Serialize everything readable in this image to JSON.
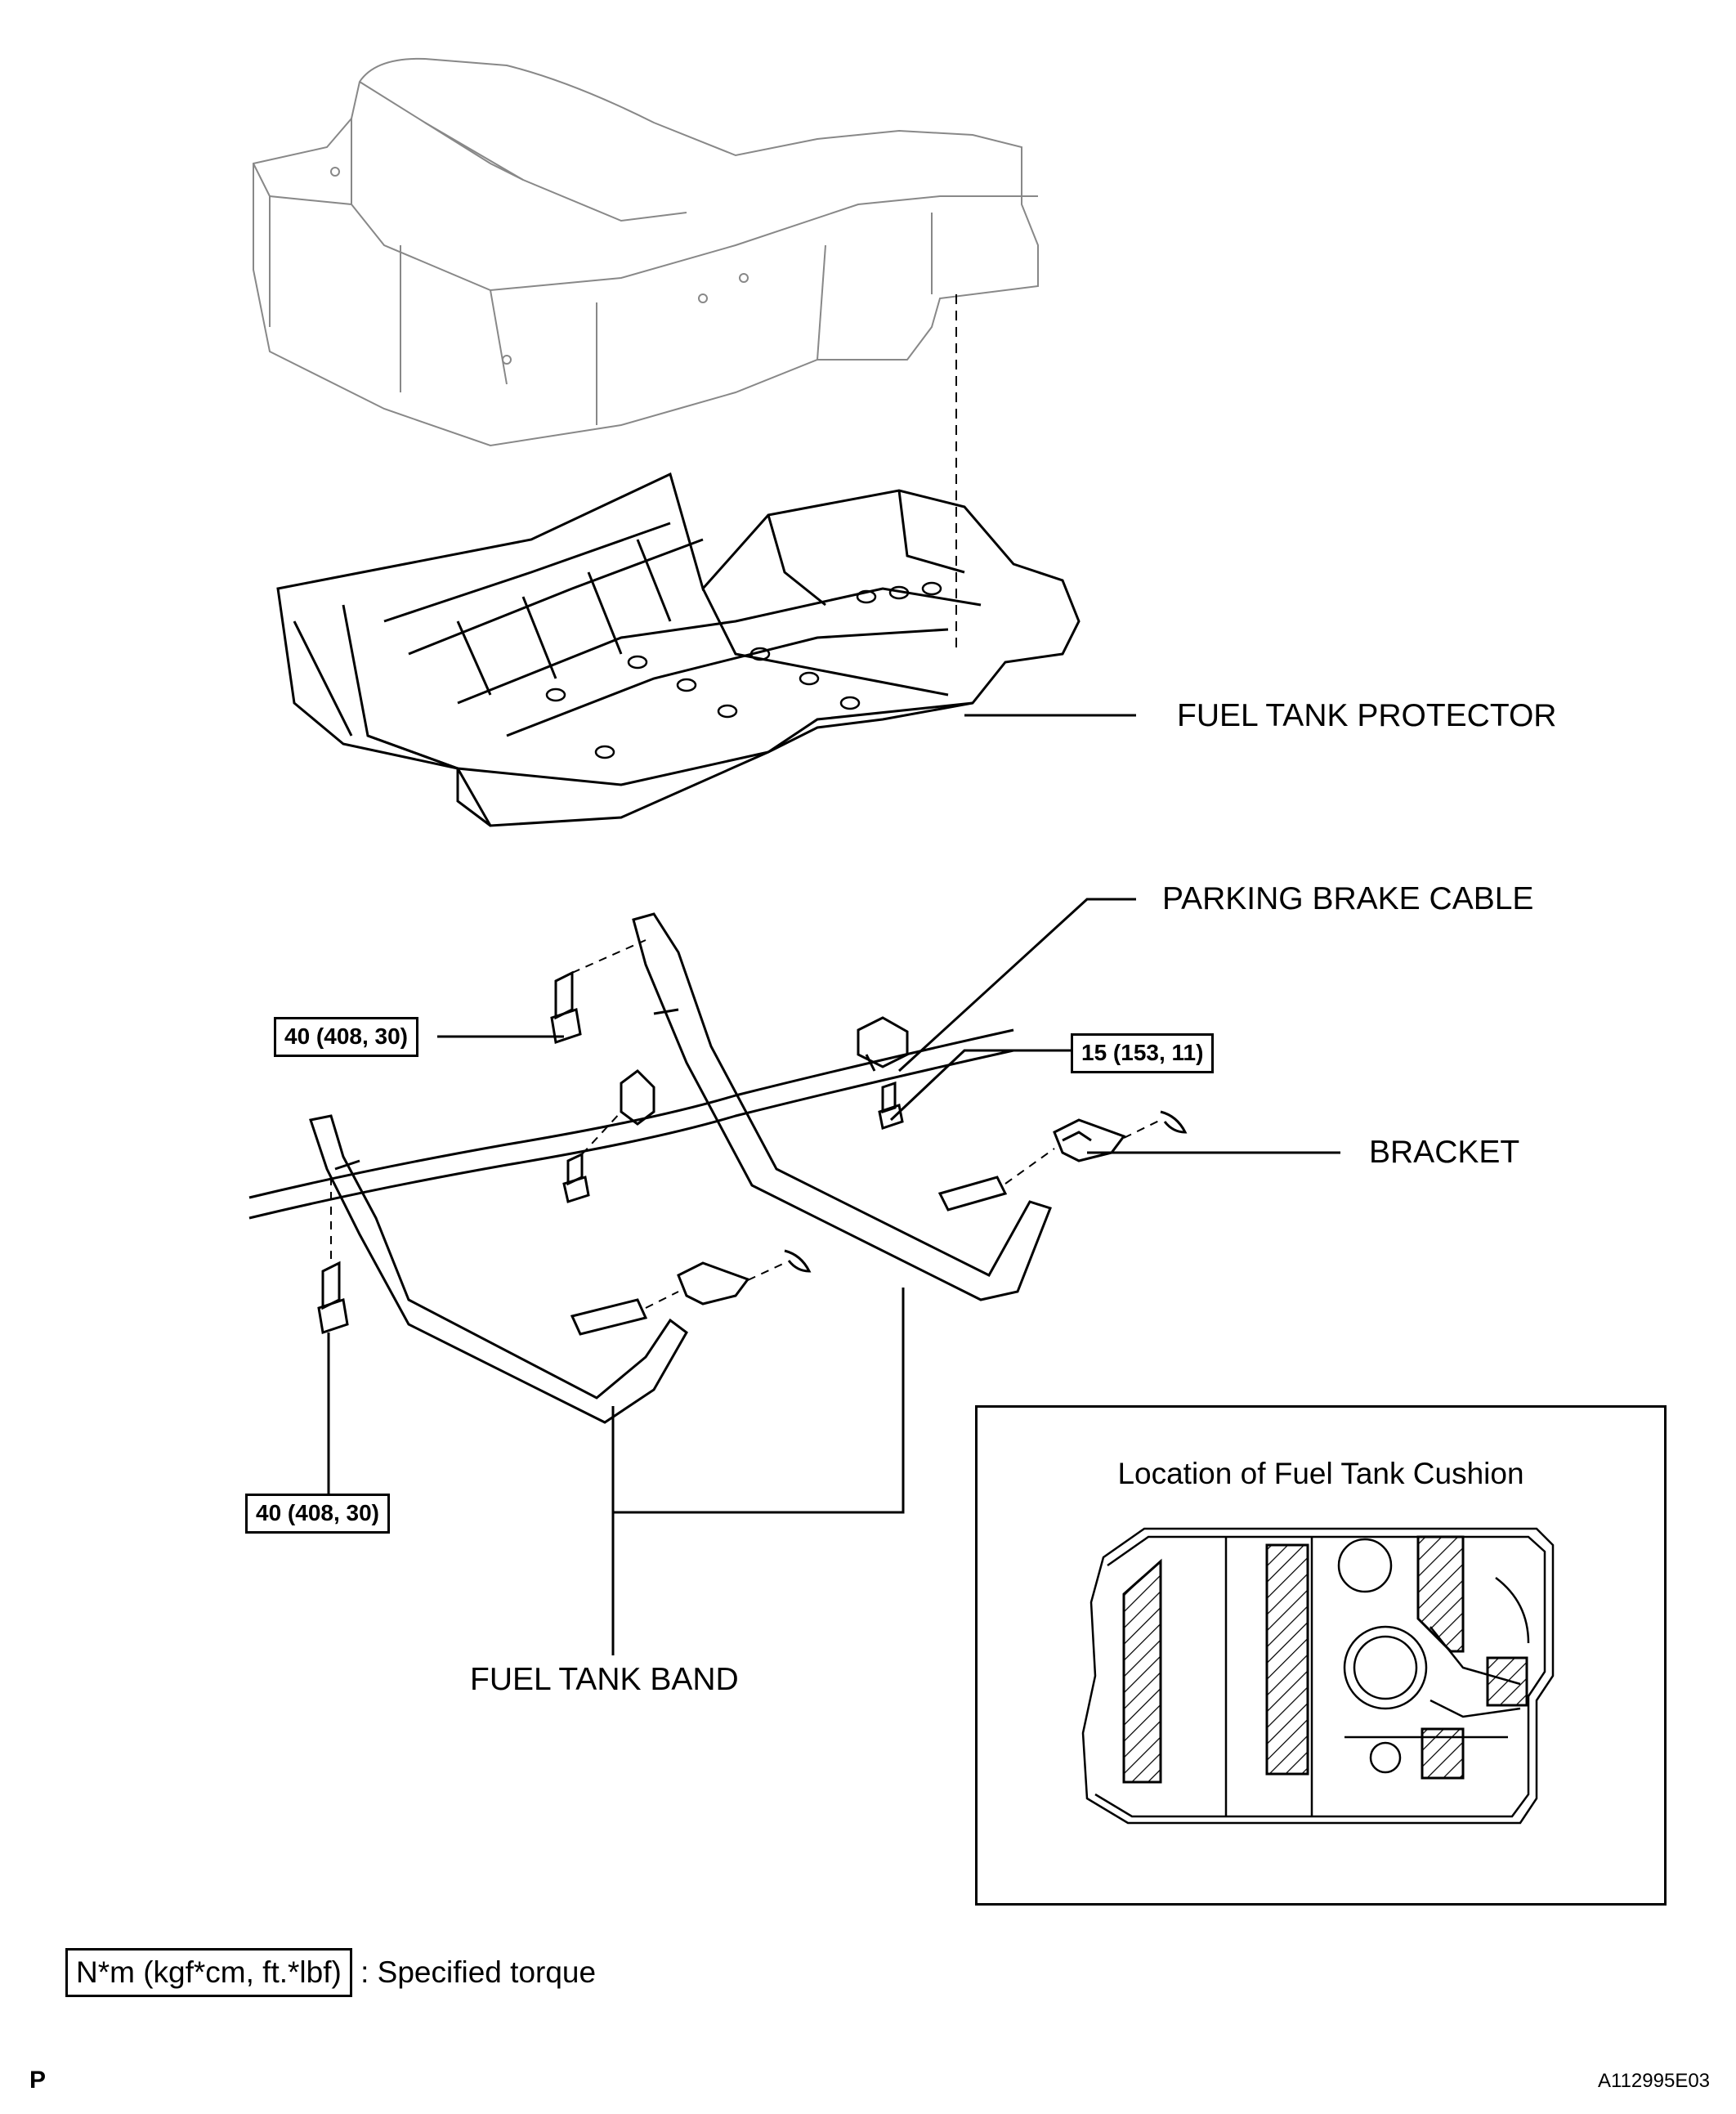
{
  "labels": {
    "fuel_tank_protector": "FUEL TANK PROTECTOR",
    "parking_brake_cable": "PARKING BRAKE CABLE",
    "bracket": "BRACKET",
    "fuel_tank_band": "FUEL TANK BAND"
  },
  "torques": {
    "upper_left_bolt": "40 (408, 30)",
    "cable_bolt": "15 (153, 11)",
    "lower_left_bolt": "40 (408, 30)"
  },
  "inset": {
    "title": "Location of Fuel Tank Cushion"
  },
  "legend": {
    "unit_box": "N*m (kgf*cm, ft.*lbf)",
    "description": ": Specified torque"
  },
  "footer": {
    "page_marker": "P",
    "figure_code": "A112995E03"
  }
}
